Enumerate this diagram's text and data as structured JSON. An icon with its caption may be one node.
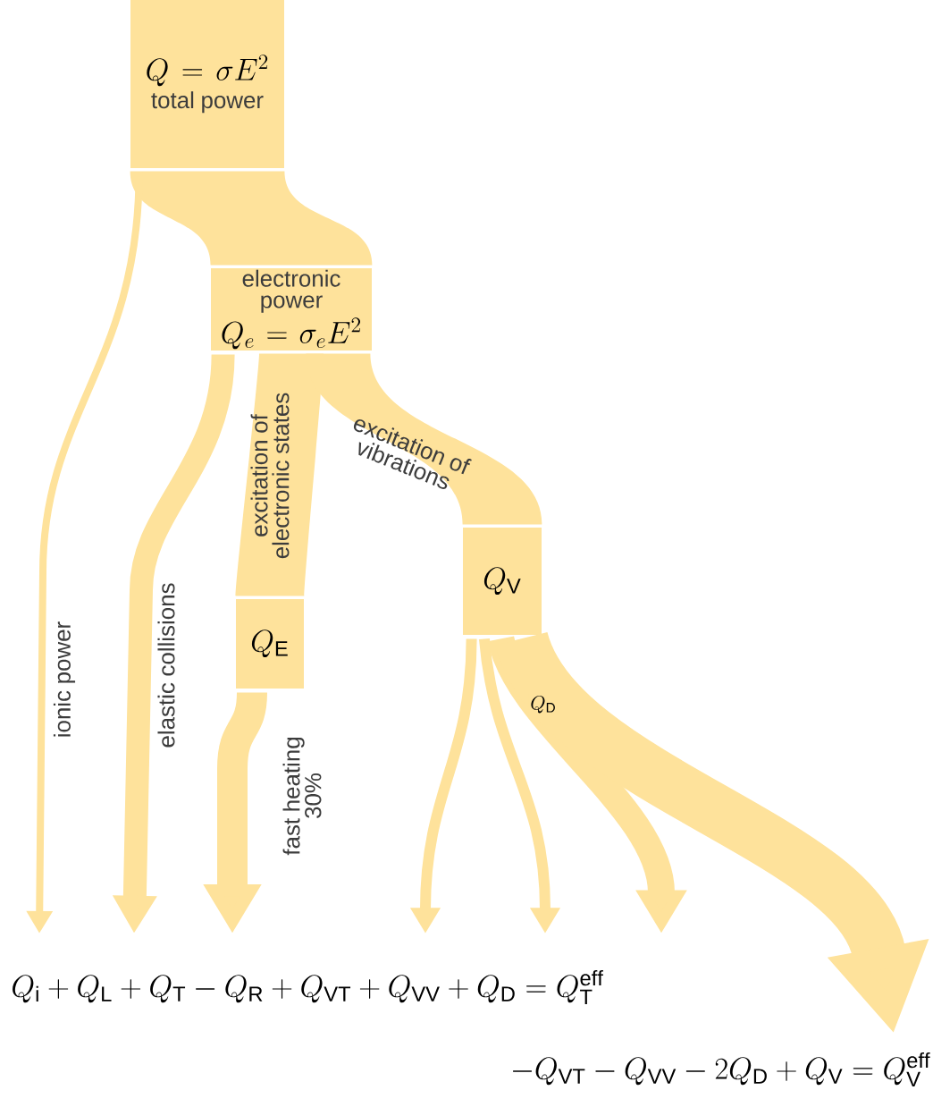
{
  "diagram": {
    "nodes": [
      {
        "text": [
          "Q = \\sigma E^2",
          "total power"
        ]
      },
      {
        "text": [
          "electronic power",
          "Q_e = \\sigma_e E^2"
        ]
      },
      {
        "text": [
          "Q_\\mathrm{E}"
        ]
      },
      {
        "text": [
          "Q_\\mathrm{V}"
        ]
      }
    ],
    "edges": [
      {
        "from": 0,
        "to": 1,
        "arrow": "none",
        "style": "thick"
      },
      {
        "from": 1,
        "to": 2,
        "arrow": "none",
        "style": "thick",
        "label": "excitation of electronic states"
      },
      {
        "from": 1,
        "to": 3,
        "arrow": "none",
        "style": "thick",
        "label": "excitation of vibrations"
      },
      {
        "from": 0,
        "to": null,
        "arrow": "to",
        "label": "ionic power"
      },
      {
        "from": 1,
        "to": null,
        "arrow": "to",
        "label": "elastic collisions"
      },
      {
        "from": 2,
        "to": null,
        "arrow": "to",
        "label": "fast heating 30%"
      },
      {
        "from": 3,
        "to": null,
        "arrow": "to"
      },
      {
        "from": 3,
        "to": null,
        "arrow": "to"
      },
      {
        "from": 3,
        "to": null,
        "arrow": "to",
        "label": "Q_\\mathrm{D}"
      },
      {
        "from": 3,
        "to": null,
        "arrow": "to",
        "style": "thick"
      }
    ],
    "labels": [
      "Q_\\mathrm{i} + Q_\\mathrm{L} + Q_\\mathrm{T} - Q_\\mathrm{R} + Q_\\mathrm{VT} + Q_\\mathrm{VV} + Q_\\mathrm{D} = Q_\\mathrm{T}^\\mathrm{eff}",
      "-Q_\\mathrm{VT} - Q_\\mathrm{VV} - 2Q_\\mathrm{D} + Q_\\mathrm{V} = Q_\\mathrm{V}^\\mathrm{eff}"
    ]
  }
}
